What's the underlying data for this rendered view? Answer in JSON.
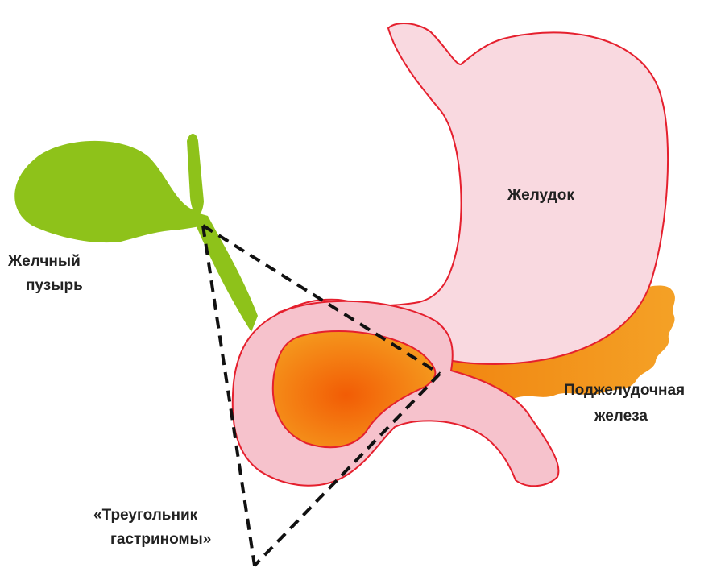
{
  "labels": {
    "stomach": "Желудок",
    "gallbladder_line1": "Желчный",
    "gallbladder_line2": "пузырь",
    "pancreas_line1": "Поджелудочная",
    "pancreas_line2": "железа",
    "triangle_line1": "«Треугольник",
    "triangle_line2": "гастриномы»"
  },
  "colors": {
    "gallbladder": "#8ec21a",
    "stomach_fill": "#f9d9e0",
    "stomach_outline": "#e5202e",
    "pancreas": "#f08c10",
    "duodenum_inner": "#f26a06",
    "triangle": "#111111"
  }
}
